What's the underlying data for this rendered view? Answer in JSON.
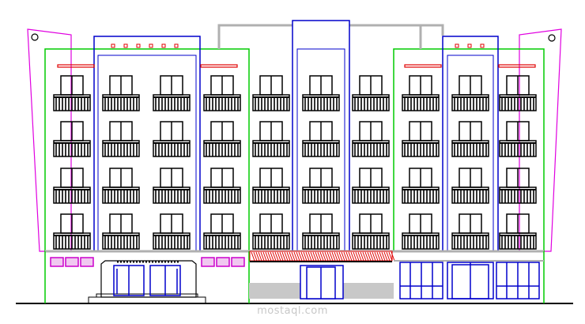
{
  "drawing": {
    "type": "architectural elevation",
    "colors": {
      "outline_left_wing": "#e000e0",
      "outline_green": "#00cc00",
      "outline_blue": "#0000cc",
      "parapet_gray": "#b0b0b0",
      "window_black": "#000000",
      "accent_red": "#e00000",
      "signage_magenta": "#cc00cc",
      "ground_gray": "#c8c8c8"
    },
    "floors_shown": 4,
    "window_columns": 10
  },
  "watermark": {
    "text": "mostaql.com"
  }
}
